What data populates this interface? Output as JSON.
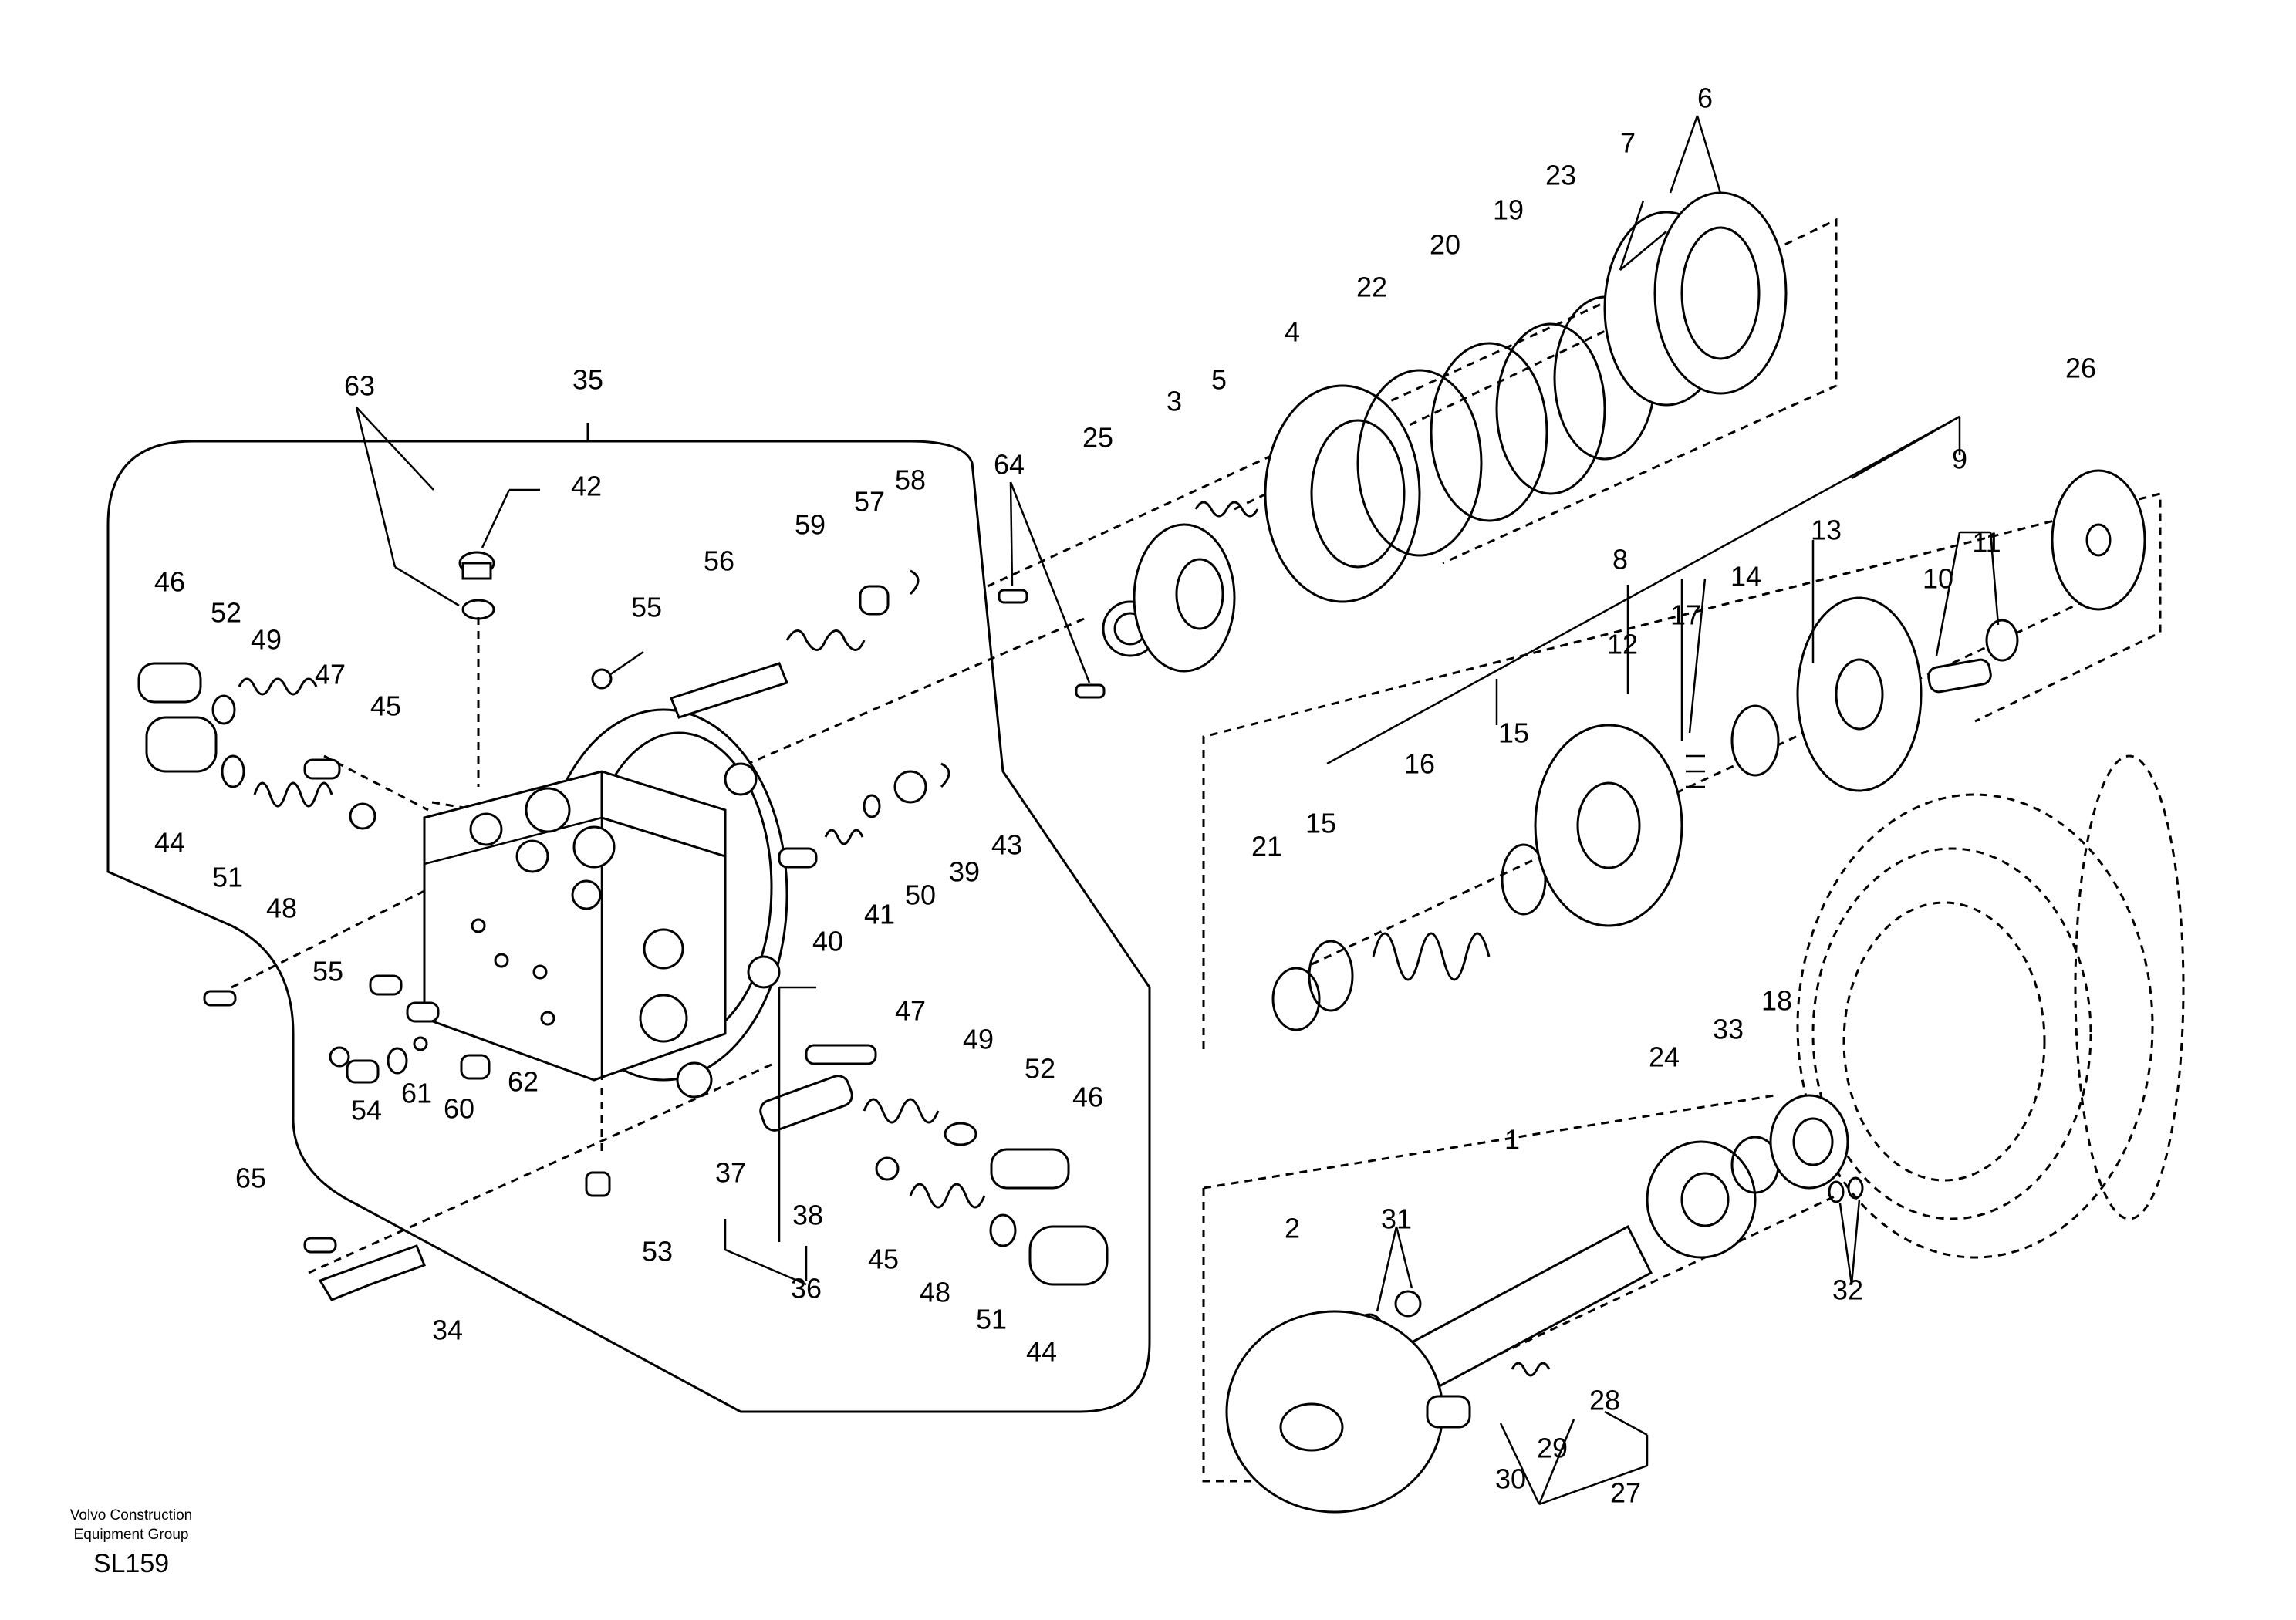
{
  "footer": {
    "company_line1": "Volvo Construction",
    "company_line2": "Equipment Group",
    "code": "SL159"
  },
  "callouts": [
    "1",
    "2",
    "3",
    "4",
    "5",
    "6",
    "7",
    "8",
    "9",
    "10",
    "11",
    "12",
    "13",
    "14",
    "15",
    "15",
    "16",
    "17",
    "18",
    "19",
    "20",
    "21",
    "22",
    "23",
    "24",
    "25",
    "26",
    "27",
    "28",
    "29",
    "30",
    "31",
    "32",
    "33",
    "34",
    "35",
    "36",
    "37",
    "38",
    "39",
    "40",
    "41",
    "42",
    "43",
    "44",
    "44",
    "45",
    "45",
    "46",
    "46",
    "47",
    "47",
    "48",
    "48",
    "49",
    "49",
    "50",
    "51",
    "51",
    "52",
    "52",
    "53",
    "54",
    "55",
    "55",
    "56",
    "57",
    "58",
    "59",
    "60",
    "61",
    "62",
    "63",
    "64",
    "65"
  ]
}
